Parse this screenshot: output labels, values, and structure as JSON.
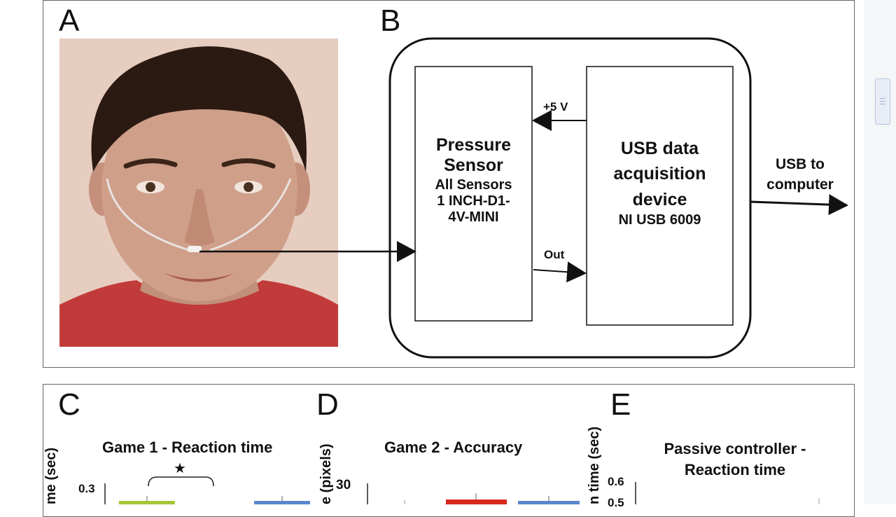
{
  "panel_a": {
    "letter": "A"
  },
  "panel_b": {
    "letter": "B",
    "sensor": {
      "title_line1": "Pressure",
      "title_line2": "Sensor",
      "line3": "All Sensors",
      "line4": "1 INCH-D1-",
      "line5": "4V-MINI"
    },
    "daq": {
      "line1": "USB data",
      "line2": "acquisition",
      "line3": "device",
      "line4": "NI USB 6009"
    },
    "label_power": "+5 V",
    "label_out": "Out",
    "usb_line1": "USB to",
    "usb_line2": "computer"
  },
  "panel_c": {
    "letter": "C",
    "title": "Game 1 - Reaction time",
    "ylabel_partial": "me (sec)",
    "tick_top": "0.3",
    "significance": "★"
  },
  "panel_d": {
    "letter": "D",
    "title": "Game 2 - Accuracy",
    "ylabel_partial": "e (pixels)",
    "tick_top": "30"
  },
  "panel_e": {
    "letter": "E",
    "title_line1": "Passive controller -",
    "title_line2": "Reaction time",
    "ylabel_partial": "n time (sec)",
    "tick_top": "0.6",
    "tick_next": "0.5"
  },
  "colors": {
    "green_bar": "#a6c43a",
    "blue_bar": "#5b86cf",
    "red_bar": "#d8291c",
    "skin": "#c99a86",
    "shirt": "#c23b3b",
    "hair": "#2b1a12",
    "bg_photo": "#e6cdbf"
  }
}
